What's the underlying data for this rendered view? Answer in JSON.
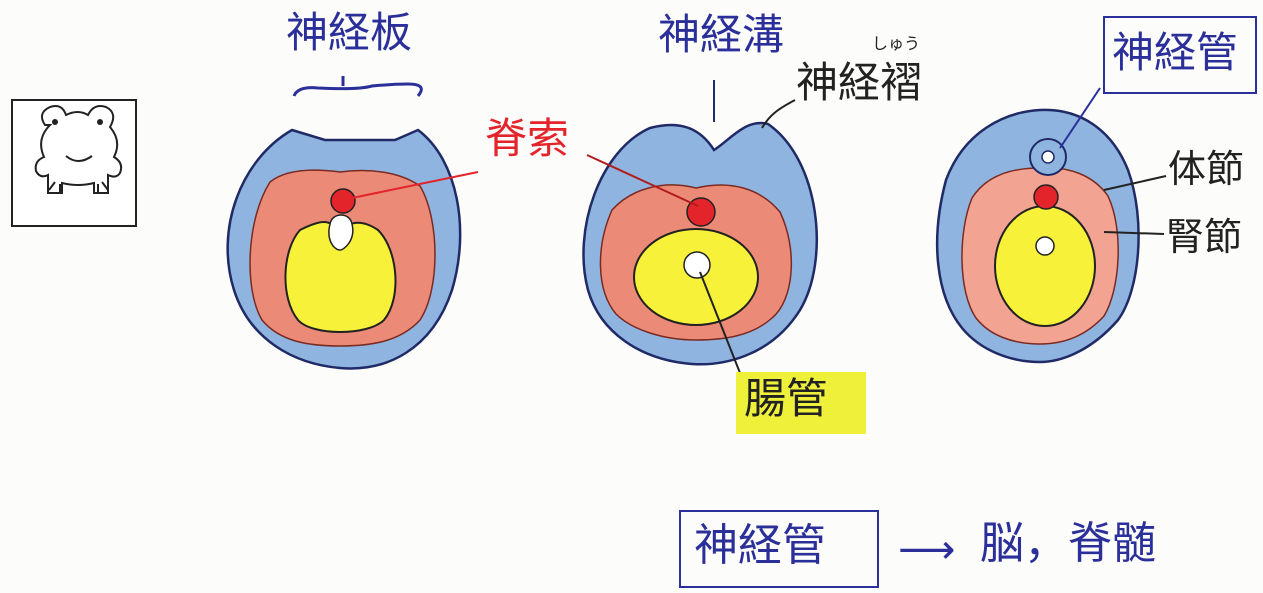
{
  "labels": {
    "neural_plate": "神経板",
    "notochord": "脊索",
    "neural_groove": "神経溝",
    "neural_fold_ruby": "しゅう",
    "neural_fold": "神経褶",
    "archenteron": "腸管",
    "neural_tube": "神経管",
    "somite": "体節",
    "nephrotome": "腎節"
  },
  "summary": {
    "term": "神経管",
    "arrow": "⟶",
    "result": "脳，脊髄"
  },
  "colors": {
    "ectoderm": "#8fb4e0",
    "ectoderm_outline": "#1f2a66",
    "mesoderm": "#ec8a78",
    "notochord": "#e3242b",
    "endoderm": "#f7f13a",
    "ink_blue": "#2b2f9a",
    "ink_red": "#e3242b",
    "highlight": "#eef03a"
  }
}
